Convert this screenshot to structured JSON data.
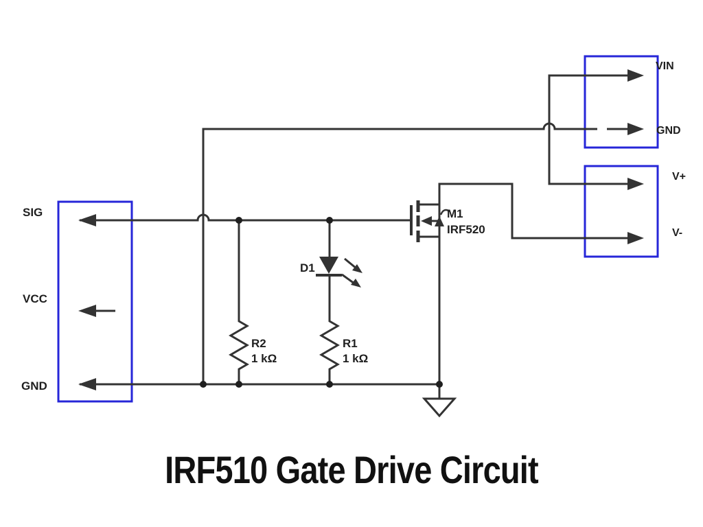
{
  "title": "IRF510 Gate Drive Circuit",
  "colors": {
    "box_outline": "#2626d8",
    "wire": "#333333",
    "label": "#1f1f1f"
  },
  "connectors": {
    "left": {
      "pins": [
        {
          "label": "SIG"
        },
        {
          "label": "VCC"
        },
        {
          "label": "GND"
        }
      ]
    },
    "top_right": {
      "pins": [
        {
          "label": "VIN"
        },
        {
          "label": "GND"
        }
      ]
    },
    "mid_right": {
      "pins": [
        {
          "label": "V+"
        },
        {
          "label": "V-"
        }
      ]
    }
  },
  "components": {
    "mosfet": {
      "designator": "M1",
      "part": "IRF520"
    },
    "led": {
      "designator": "D1"
    },
    "r1": {
      "designator": "R1",
      "value": "1 kΩ"
    },
    "r2": {
      "designator": "R2",
      "value": "1 kΩ"
    }
  }
}
